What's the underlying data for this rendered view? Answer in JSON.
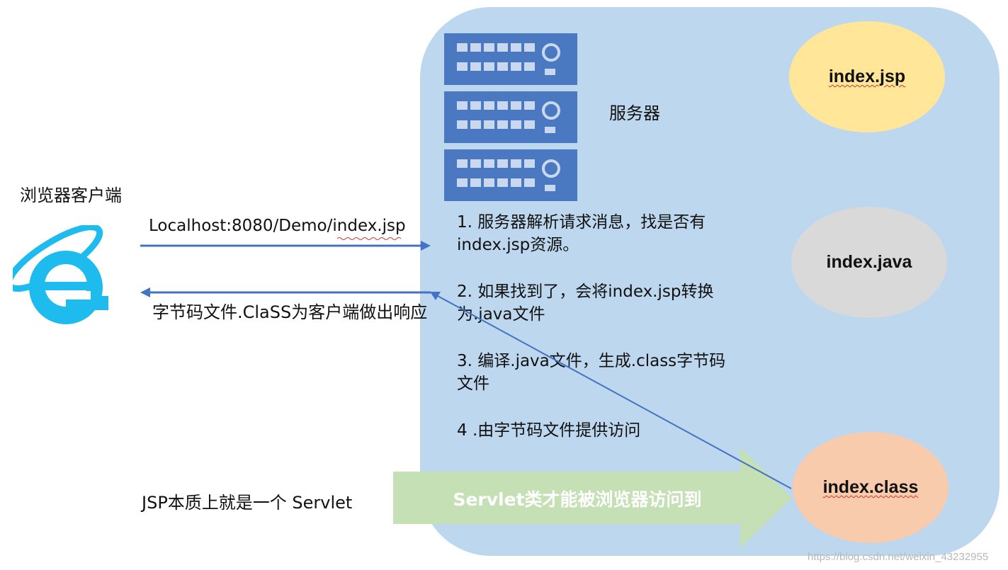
{
  "colors": {
    "panel": "#bdd7ee",
    "rack": "#4a79c1",
    "arrow": "#4472c4",
    "ie_blue": "#1ebbee",
    "jsp_ellipse": "#ffe699",
    "java_ellipse": "#d9d9d9",
    "class_ellipse": "#f8cbad",
    "big_arrow": "#c5e0b4"
  },
  "icons": {
    "browser": "ie-browser-icon",
    "server": "server-rack-icon"
  },
  "labels": {
    "server": "服务器",
    "client": "浏览器客户端",
    "request_url": "Localhost:8080/Demo/index.jsp",
    "response": "字节码文件.ClaSS为客户端做出响应"
  },
  "steps": [
    "1. 服务器解析请求消息，找是否有index.jsp资源。",
    "2. 如果找到了，会将index.jsp转换为.java文件",
    "3. 编译.java文件，生成.class字节码文件",
    "4 .由字节码文件提供访问"
  ],
  "files": {
    "jsp": "index.jsp",
    "java": "index.java",
    "class": "index.class"
  },
  "bottom": {
    "essence": "JSP本质上就是一个 Servlet",
    "arrow_text": "Servlet类才能被浏览器访问到"
  },
  "watermark": "https://blog.csdn.net/weixin_43232955"
}
